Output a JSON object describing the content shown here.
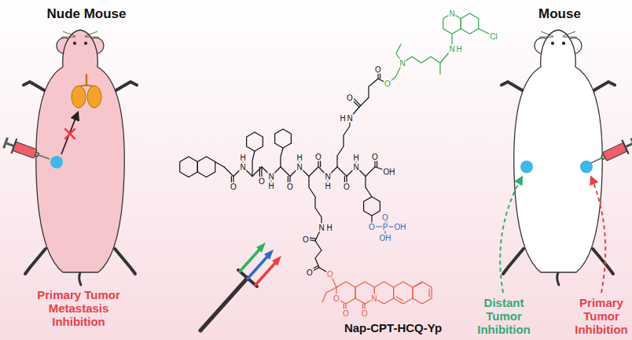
{
  "diagram": {
    "labels": [
      "Nude Mouse",
      "Mouse",
      "N",
      "Cl",
      "N",
      "H",
      "N",
      "O",
      "O",
      "O",
      "H",
      "N",
      "O",
      "H",
      "N",
      "O",
      "N",
      "H",
      "O",
      "H",
      "N",
      "O",
      "N",
      "H",
      "O",
      "H",
      "N",
      "O",
      "OH",
      "N",
      "H",
      "O",
      "O",
      "O",
      "O",
      "O",
      "N",
      "O",
      "O",
      "P",
      "O",
      "OH",
      "OH",
      "Nap-CPT-HCQ-Yp",
      "Primary Tumor Metastasis Inhibition",
      "Distant Tumor Inhibition",
      "Primary Tumor Inhibition"
    ]
  }
}
